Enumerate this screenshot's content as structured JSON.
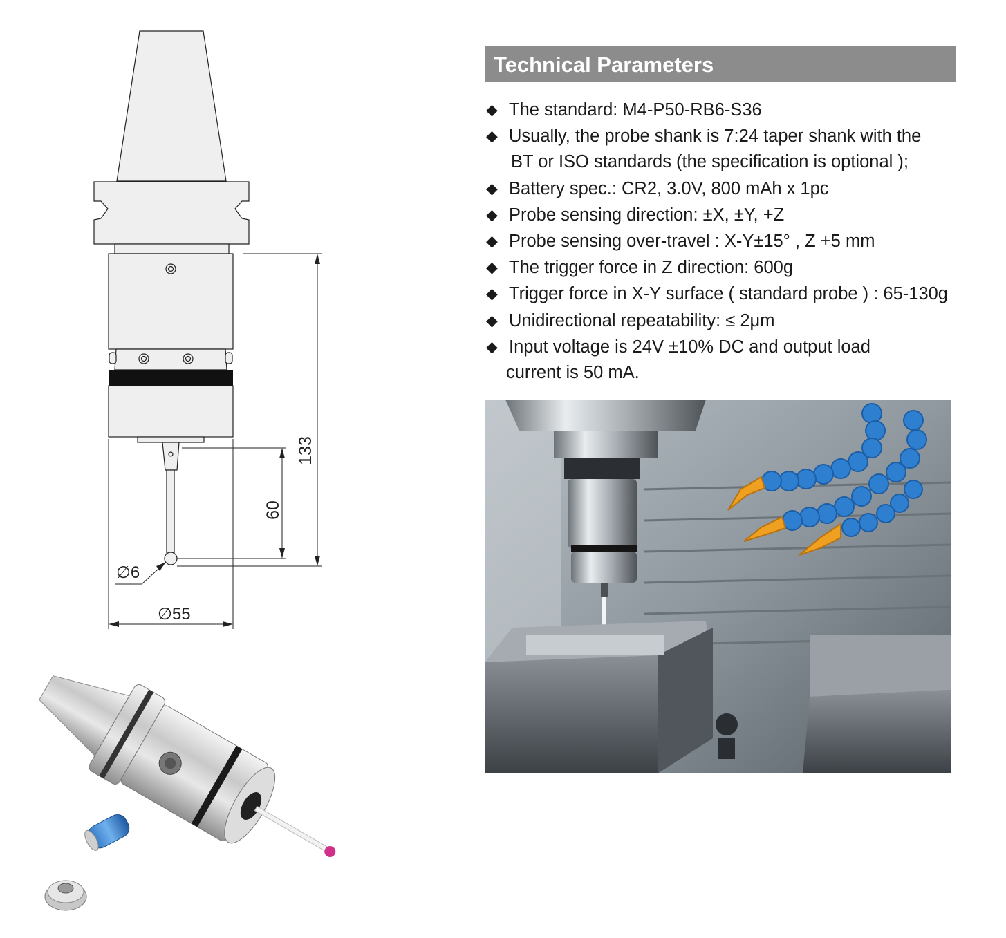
{
  "header": {
    "title": "Technical Parameters"
  },
  "bullet_symbol": "◆",
  "params": [
    {
      "line1": "The standard: M4-P50-RB6-S36"
    },
    {
      "line1": "Usually, the probe shank is 7:24 taper shank with the",
      "line2": "BT or ISO standards (the specification is optional );"
    },
    {
      "line1": "Battery spec.: CR2, 3.0V, 800 mAh x 1pc"
    },
    {
      "line1": "Probe sensing direction: ±X, ±Y, +Z"
    },
    {
      "line1": "Probe sensing over-travel : X-Y±15° , Z +5 mm"
    },
    {
      "line1": "The trigger force in Z direction: 600g"
    },
    {
      "line1": "Trigger force in X-Y surface ( standard probe ) : 65-130g"
    },
    {
      "line1": "Unidirectional repeatability: ≤ 2μm"
    },
    {
      "line1": "Input voltage is 24V ±10%  DC and output load",
      "line2": "current is 50 mA."
    }
  ],
  "drawing": {
    "dim_overall_length": "133",
    "dim_stylus_length": "60",
    "dim_ball_diameter": "∅6",
    "dim_body_diameter": "∅55"
  },
  "colors": {
    "header_bg": "#8c8c8c",
    "header_text": "#ffffff",
    "tool_body": "#efefef",
    "outline": "#222222",
    "stylus_ball": "#d0308a",
    "coolant_hose": "#2f7fd0",
    "coolant_nozzle": "#f0a020"
  }
}
